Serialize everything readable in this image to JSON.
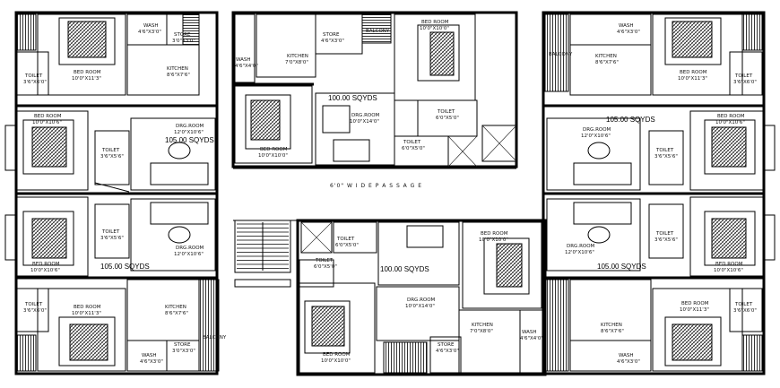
{
  "plan": {
    "passage_label": "6'0\" W I D E   P A S S A G E",
    "blocks": {
      "top_left": {
        "wash": "WASH",
        "wash_dim": "4'6\"X3'0\"",
        "store": "STORE",
        "store_dim": "3'0\"X3'0\"",
        "kitchen": "KITCHEN",
        "kitchen_dim": "8'6\"X7'6\"",
        "bed1": "BED ROOM",
        "bed1_dim": "10'0\"X11'3\"",
        "toilet1": "TOILET",
        "toilet1_dim": "3'6\"X6'0\"",
        "bed2": "BED ROOM",
        "bed2_dim": "10'0\"X10'6\"",
        "drg": "DRG.ROOM",
        "drg_dim": "12'0\"X10'6\"",
        "area": "105.00 SQYDS",
        "toilet2": "TOILET",
        "toilet2_dim": "3'6\"X5'6\""
      },
      "bottom_left": {
        "toilet1": "TOILET",
        "toilet1_dim": "3'6\"X5'6\"",
        "bed1": "BED ROOM",
        "bed1_dim": "10'0\"X10'6\"",
        "drg": "DRG.ROOM",
        "drg_dim": "12'0\"X10'6\"",
        "area": "105.00 SQYDS",
        "toilet2": "TOILET",
        "toilet2_dim": "3'6\"X6'0\"",
        "bed2": "BED ROOM",
        "bed2_dim": "10'0\"X11'3\"",
        "kitchen": "KITCHEN",
        "kitchen_dim": "8'6\"X7'6\"",
        "store": "STORE",
        "store_dim": "3'0\"X3'0\"",
        "wash": "WASH",
        "wash_dim": "4'6\"X3'0\"",
        "balcony": "BALCONY"
      },
      "top_center": {
        "wash": "WASH",
        "wash_dim": "4'6\"X4'0\"",
        "kitchen": "KITCHEN",
        "kitchen_dim": "7'0\"X8'0\"",
        "store": "STORE",
        "store_dim": "4'6\"X3'0\"",
        "balcony": "BALCONY",
        "bed1": "BED ROOM",
        "bed1_dim": "10'0\"X10'0\"",
        "area": "100.00 SQYDS",
        "drg": "DRG.ROOM",
        "drg_dim": "10'0\"X14'0\"",
        "toilet1": "TOILET",
        "toilet1_dim": "6'0\"X5'0\"",
        "bed2": "BED ROOM",
        "bed2_dim": "10'0\"X10'0\"",
        "toilet2": "TOILET",
        "toilet2_dim": "6'0\"X5'0\""
      },
      "bottom_center": {
        "toilet1": "TOILET",
        "toilet1_dim": "6'0\"X5'0\"",
        "bed1": "BED ROOM",
        "bed1_dim": "10'0\"X10'0\"",
        "toilet2": "TOILET",
        "toilet2_dim": "6'0\"X5'0\"",
        "area": "100.00 SQYDS",
        "drg": "DRG.ROOM",
        "drg_dim": "10'0\"X14'0\"",
        "kitchen": "KITCHEN",
        "kitchen_dim": "7'0\"X8'0\"",
        "wash": "WASH",
        "wash_dim": "4'6\"X4'0\"",
        "store": "STORE",
        "store_dim": "4'6\"X3'0\"",
        "bed2": "BED ROOM",
        "bed2_dim": "10'0\"X10'0\""
      },
      "top_right": {
        "wash": "WASH",
        "wash_dim": "4'6\"X3'0\"",
        "kitchen": "KITCHEN",
        "kitchen_dim": "8'6\"X7'6\"",
        "balcony": "BALCONY",
        "bed1": "BED ROOM",
        "bed1_dim": "10'0\"X11'3\"",
        "toilet1": "TOILET",
        "toilet1_dim": "3'6\"X6'0\"",
        "area": "105.00 SQYDS",
        "drg": "DRG.ROOM",
        "drg_dim": "12'0\"X10'6\"",
        "bed2": "BED ROOM",
        "bed2_dim": "10'0\"X10'6\"",
        "toilet2": "TOILET",
        "toilet2_dim": "3'6\"X5'6\""
      },
      "bottom_right": {
        "toilet1": "TOILET",
        "toilet1_dim": "3'6\"X5'6\"",
        "drg": "DRG.ROOM",
        "drg_dim": "12'0\"X10'6\"",
        "bed1": "BED ROOM",
        "bed1_dim": "10'0\"X10'6\"",
        "area": "105.00 SQYDS",
        "bed2": "BED ROOM",
        "bed2_dim": "10'0\"X11'3\"",
        "toilet2": "TOILET",
        "toilet2_dim": "3'6\"X6'0\"",
        "kitchen": "KITCHEN",
        "kitchen_dim": "8'6\"X7'6\"",
        "wash": "WASH",
        "wash_dim": "4'6\"X3'0\""
      }
    }
  }
}
